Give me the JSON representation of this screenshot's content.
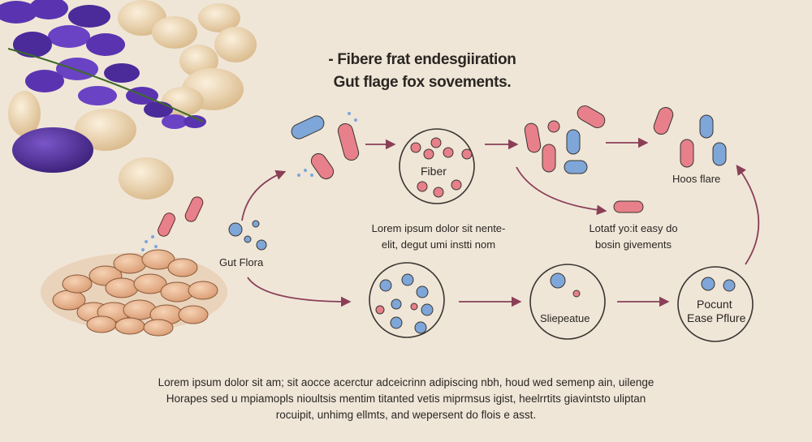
{
  "title": {
    "line1": "- Fibere frat endesgiiration",
    "line2": "Gut flage fox sovements."
  },
  "nodes": {
    "gut_flora": "Gut Flora",
    "fiber": "Fiber",
    "hoos_flare": "Hoos flare",
    "sliepeatue": "Sliepeatue",
    "pocunt_line1": "Pocunt",
    "pocunt_line2": "Ease Pflure"
  },
  "captions": {
    "middle_left_line1": "Lorem ipsum dolor sit nente-",
    "middle_left_line2": "elit, degut umi instti nom",
    "middle_right_line1": "Lotatf yo:it easy do",
    "middle_right_line2": "bosin givements"
  },
  "footer": {
    "line1": "Lorem ipsum dolor sit am; sit aocce acerctur adceicrinn adipiscing nbh, houd wed semenp ain, uilenge",
    "line2": "Horapes sed u mpiamopls nioultsis mentim titanted vetis miprmsus igist, heelrrtits giavintsto uliptan",
    "line3": "rocuipit, unhimg ellmts, and wepersent do flois e asst."
  },
  "colors": {
    "background": "#efe6d8",
    "arrow": "#8a3f57",
    "bacteria_red": "#e7808a",
    "bacteria_blue": "#7ea6d8",
    "circle_stroke": "#3a3530",
    "purple_bean": "#4a2a8c",
    "white_bean": "#ecd6b0",
    "pinto_bean": "#e9b897"
  }
}
